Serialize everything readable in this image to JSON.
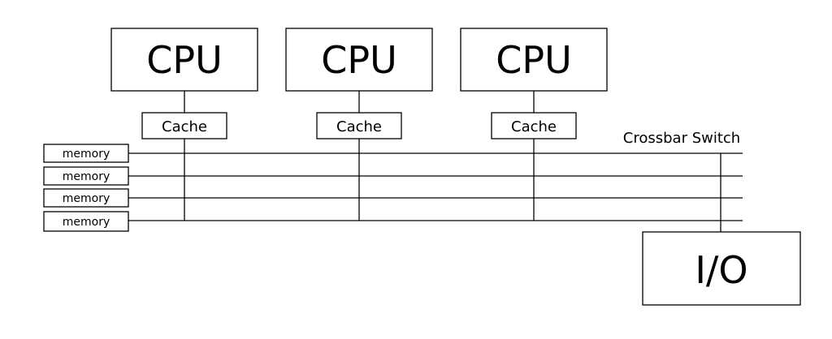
{
  "cpus": [
    {
      "label": "CPU",
      "cache_label": "Cache"
    },
    {
      "label": "CPU",
      "cache_label": "Cache"
    },
    {
      "label": "CPU",
      "cache_label": "Cache"
    }
  ],
  "memories": [
    {
      "label": "memory"
    },
    {
      "label": "memory"
    },
    {
      "label": "memory"
    },
    {
      "label": "memory"
    }
  ],
  "switch": {
    "label": "Crossbar Switch"
  },
  "io": {
    "label": "I/O"
  }
}
